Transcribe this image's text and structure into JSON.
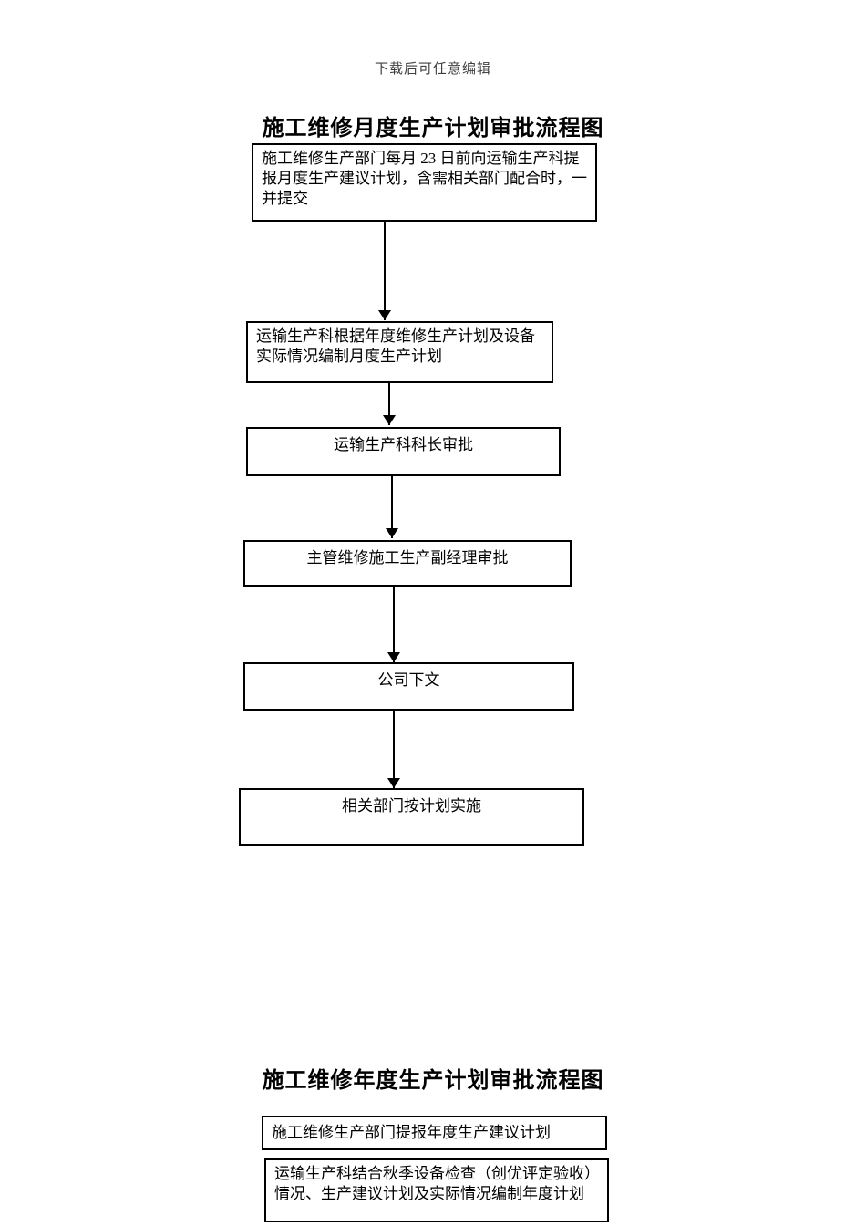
{
  "page": {
    "watermark": "下载后可任意编辑"
  },
  "flowchart_monthly": {
    "title": "施工维修月度生产计划审批流程图",
    "steps": [
      {
        "label": "施工维修生产部门每月 23 日前向运输生产科提报月度生产建议计划，含需相关部门配合时，一并提交",
        "align": "left"
      },
      {
        "label": "运输生产科根据年度维修生产计划及设备实际情况编制月度生产计划",
        "align": "left"
      },
      {
        "label": "运输生产科科长审批",
        "align": "center"
      },
      {
        "label": "主管维修施工生产副经理审批",
        "align": "center"
      },
      {
        "label": "公司下文",
        "align": "center"
      },
      {
        "label": "相关部门按计划实施",
        "align": "center"
      }
    ]
  },
  "flowchart_annual": {
    "title": "施工维修年度生产计划审批流程图",
    "steps": [
      {
        "label": "施工维修生产部门提报年度生产建议计划",
        "align": "left"
      },
      {
        "label": "运输生产科结合秋季设备检查（创优评定验收）情况、生产建议计划及实际情况编制年度计划",
        "align": "left"
      }
    ]
  },
  "colors": {
    "background": "#ffffff",
    "text": "#000000",
    "border": "#000000",
    "watermark_text": "#3f3f3f"
  }
}
